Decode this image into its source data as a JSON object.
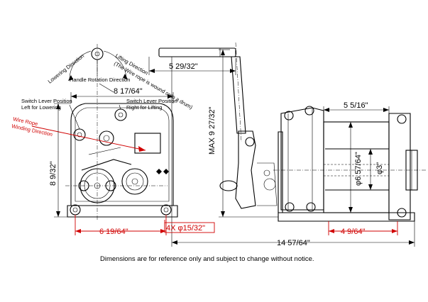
{
  "labels": {
    "lowering_direction": "Lowering Direction",
    "lifting_direction": "Lifting Direction",
    "lifting_note": "(The Wire rope is wound onto a drum)",
    "handle_rotation": "Handle Rotation Direction",
    "switch_lever_left": "Switch Lever Position",
    "left_for_lowering": "Left for Lowering",
    "switch_lever_right": "Switch Lever Position",
    "right_for_lifting": "Right for Lifting",
    "wire_rope": "Wire Rope",
    "winding_direction": "Winding Direction"
  },
  "dimensions": {
    "handle_length": "5 29/32\"",
    "front_width": "8 17/64\"",
    "front_height": "8 9/32\"",
    "max_height": "MAX 9 27/32\"",
    "drum_width": "5 5/16\"",
    "drum_flange_dia": "φ6 57/64\"",
    "drum_dia": "φ3\"",
    "mount_spacing_front": "6 19/64\"",
    "mount_holes": "4X φ15/32\"",
    "mount_spacing_side": "4 9/64\"",
    "overall_length": "14 57/64\""
  },
  "footer": {
    "note": "Dimensions are for reference only and subject to change without notice."
  },
  "colors": {
    "line": "#000000",
    "highlight": "#d00000",
    "background": "#ffffff"
  }
}
